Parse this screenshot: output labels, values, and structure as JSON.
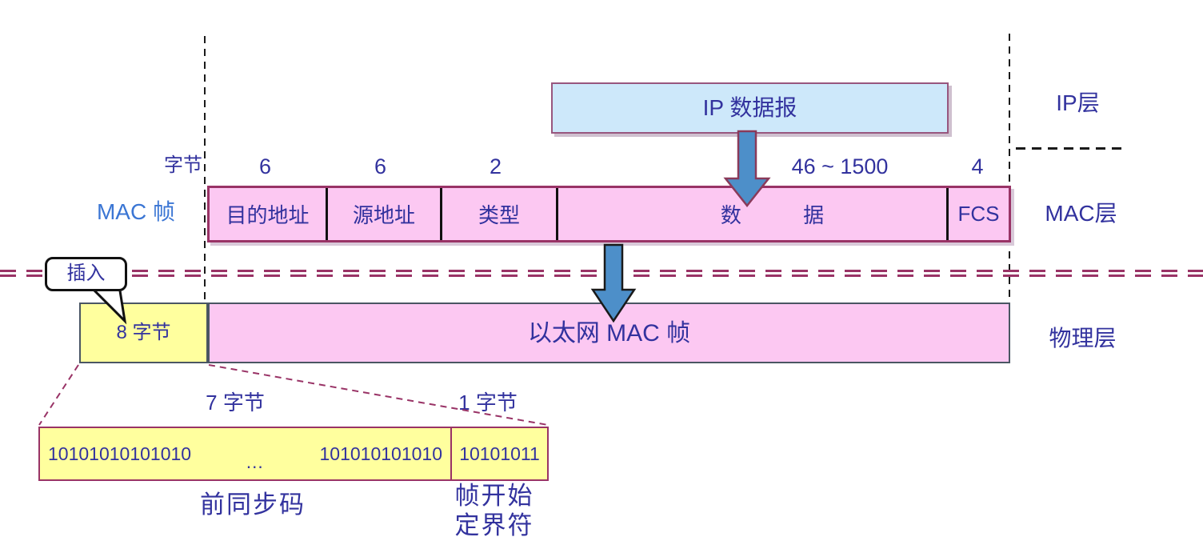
{
  "frame_diagram": {
    "byte_unit": "字节",
    "row_label": "MAC 帧",
    "ip_datagram": "IP 数据报",
    "layers": {
      "ip": "IP层",
      "mac": "MAC层",
      "physical": "物理层"
    },
    "fields": [
      {
        "label": "目的地址",
        "bytes": "6"
      },
      {
        "label": "源地址",
        "bytes": "6"
      },
      {
        "label": "类型",
        "bytes": "2"
      },
      {
        "label": "数 据",
        "bytes": "46 ~ 1500"
      },
      {
        "label": "FCS",
        "bytes": "4"
      }
    ],
    "insert_callout": "插入",
    "preamble_total": "8 字节",
    "ethernet_frame": "以太网 MAC 帧",
    "expansion": {
      "left_size": "7 字节",
      "right_size": "1 字节",
      "bits_left_start": "10101010101010",
      "bits_ellipsis": "…",
      "bits_left_end": "101010101010",
      "bits_right": "10101011",
      "left_name": "前同步码",
      "right_name_line1": "帧开始",
      "right_name_line2": "定界符"
    },
    "colors": {
      "field_fill_pink": "#fcc8f2",
      "preamble_fill_yellow": "#ffff9e",
      "ip_datagram_fill_blue": "#cde8fa",
      "maroon_line": "#993366",
      "navy_text": "#32329e",
      "row_label_blue": "#3b76d4",
      "arrow_blue": "#4d8fc9",
      "physical_box_border": "#4a5663"
    }
  }
}
